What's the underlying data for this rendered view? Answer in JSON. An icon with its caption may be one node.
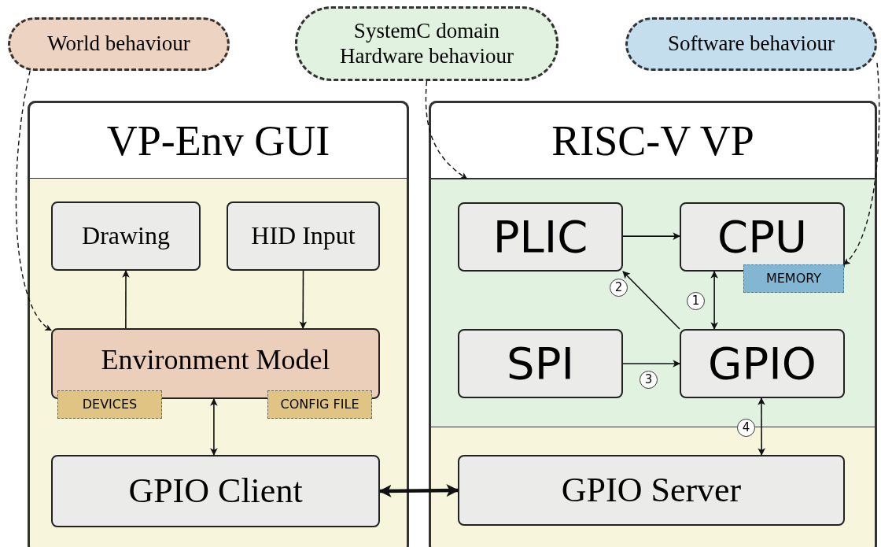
{
  "diagram": {
    "nodes": [
      {
        "text": [
          "World behaviour"
        ]
      },
      {
        "text": [
          "SystemC domain Hardware behaviour"
        ]
      },
      {
        "text": [
          "Software behaviour"
        ]
      },
      {
        "text": [
          "VP-Env GUI"
        ]
      },
      {
        "text": [
          "Drawing"
        ],
        "in": 3
      },
      {
        "text": [
          "HID Input"
        ],
        "in": 3
      },
      {
        "text": [
          "Environment Model"
        ],
        "in": 3
      },
      {
        "text": [
          "DEVICES"
        ],
        "in": 3
      },
      {
        "text": [
          "CONFIG FILE"
        ],
        "in": 3
      },
      {
        "text": [
          "GPIO Client"
        ],
        "in": 3
      },
      {
        "text": [
          "RISC-V VP"
        ]
      },
      {
        "text": [],
        "shape": "box",
        "in": 10
      },
      {
        "text": [
          "PLIC"
        ],
        "in": 11
      },
      {
        "text": [
          "CPU"
        ],
        "in": 11
      },
      {
        "text": [
          "MEMORY"
        ],
        "in": 11
      },
      {
        "text": [
          "SPI"
        ],
        "in": 11
      },
      {
        "text": [
          "GPIO"
        ],
        "in": 11
      },
      {
        "text": [
          "GPIO Server"
        ],
        "in": 10
      }
    ],
    "edges": [
      {
        "from": 0,
        "to": 6,
        "arrow": "to",
        "style": "dashed"
      },
      {
        "from": 1,
        "to": 11,
        "arrow": "to",
        "style": "dashed"
      },
      {
        "from": 2,
        "to": 14,
        "arrow": "to",
        "style": "dashed"
      },
      {
        "from": 6,
        "to": 4,
        "arrow": "to"
      },
      {
        "from": 5,
        "to": 6,
        "arrow": "to"
      },
      {
        "from": 6,
        "to": 9,
        "arrow": "both"
      },
      {
        "from": 9,
        "to": 17,
        "arrow": "both",
        "style": "thick"
      },
      {
        "from": 12,
        "to": 13,
        "arrow": "to"
      },
      {
        "from": 13,
        "to": 16,
        "arrow": "both",
        "label": "1"
      },
      {
        "from": 16,
        "to": 12,
        "arrow": "to",
        "label": "2"
      },
      {
        "from": 15,
        "to": 16,
        "arrow": "to",
        "label": "3"
      },
      {
        "from": 16,
        "to": 17,
        "arrow": "both",
        "label": "4"
      }
    ]
  }
}
